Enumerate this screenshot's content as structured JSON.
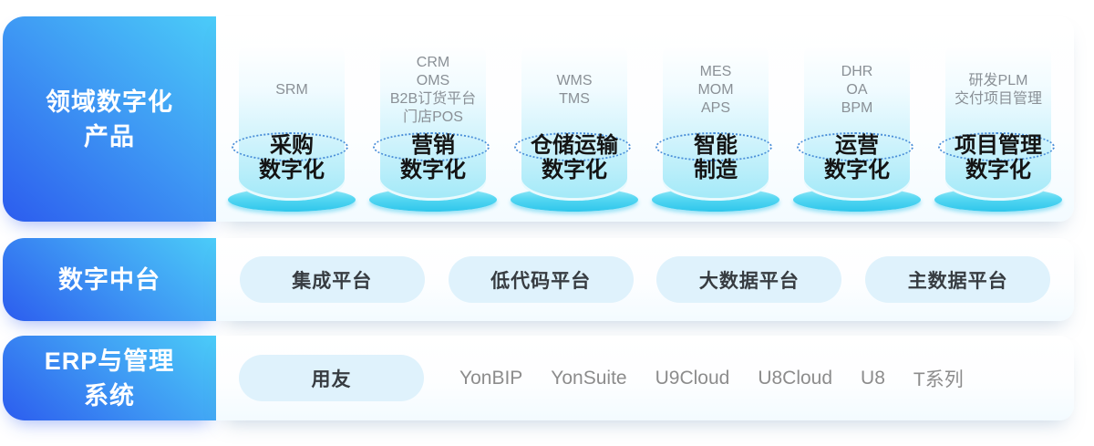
{
  "diagram": {
    "rows": [
      {
        "label": [
          "领域数字化",
          "产品"
        ],
        "cylinders": [
          {
            "products": [
              "SRM"
            ],
            "title": [
              "采购",
              "数字化"
            ]
          },
          {
            "products": [
              "CRM",
              "OMS",
              "B2B订货平台",
              "门店POS"
            ],
            "title": [
              "营销",
              "数字化"
            ]
          },
          {
            "products": [
              "WMS",
              "TMS"
            ],
            "title": [
              "仓储运输",
              "数字化"
            ]
          },
          {
            "products": [
              "MES",
              "MOM",
              "APS"
            ],
            "title": [
              "智能",
              "制造"
            ]
          },
          {
            "products": [
              "DHR",
              "OA",
              "BPM"
            ],
            "title": [
              "运营",
              "数字化"
            ]
          },
          {
            "products": [
              "研发PLM",
              "交付项目管理"
            ],
            "title": [
              "项目管理",
              "数字化"
            ]
          }
        ]
      },
      {
        "label": [
          "数字中台"
        ],
        "pills": [
          "集成平台",
          "低代码平台",
          "大数据平台",
          "主数据平台"
        ]
      },
      {
        "label": [
          "ERP与管理",
          "系统"
        ],
        "pill": "用友",
        "products": [
          "YonBIP",
          "YonSuite",
          "U9Cloud",
          "U8Cloud",
          "U8",
          "T系列"
        ]
      }
    ],
    "colors": {
      "label_gradient_start": "#2c5cee",
      "label_gradient_end": "#4bccf8",
      "pill_background": "#dff2fc",
      "pill_text": "#373c41",
      "cylinder_fill_top": "#ffffff",
      "cylinder_fill_bottom": "#a2e9f8",
      "cylinder_base": "#2ec6eb",
      "dotted_ring": "#4a8ed8",
      "muted_text": "#8a9096",
      "title_text": "#141414"
    }
  }
}
